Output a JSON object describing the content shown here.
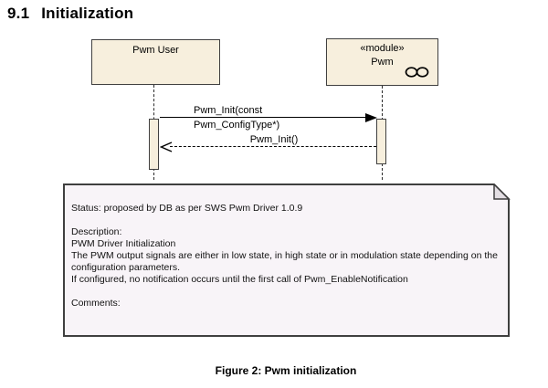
{
  "page": {
    "heading_number": "9.1",
    "heading_text": "Initialization",
    "caption": "Figure 2: Pwm initialization"
  },
  "diagram": {
    "lifelines": [
      {
        "name": "Pwm User"
      },
      {
        "stereotype": "«module»",
        "name": "Pwm",
        "icon": "module-icon"
      }
    ],
    "messages": [
      {
        "type": "call",
        "label_line1": "Pwm_Init(const",
        "label_line2": "Pwm_ConfigType*)"
      },
      {
        "type": "return",
        "label": "Pwm_Init()"
      }
    ],
    "colors": {
      "box_fill": "#F7EFDD",
      "box_border": "#404040",
      "note_fill": "#F8F4F8",
      "note_border": "#3F3F3F",
      "note_fold": "#E3DEE3"
    }
  },
  "note": {
    "lines": [
      "Status: proposed by DB as per SWS Pwm Driver 1.0.9",
      "",
      "Description:",
      "PWM Driver Initialization",
      "The PWM output signals are either in low state, in high state or in modulation state depending on the",
      "configuration parameters.",
      "If configured, no notification occurs until the first call of Pwm_EnableNotification",
      "",
      "Comments:"
    ]
  }
}
